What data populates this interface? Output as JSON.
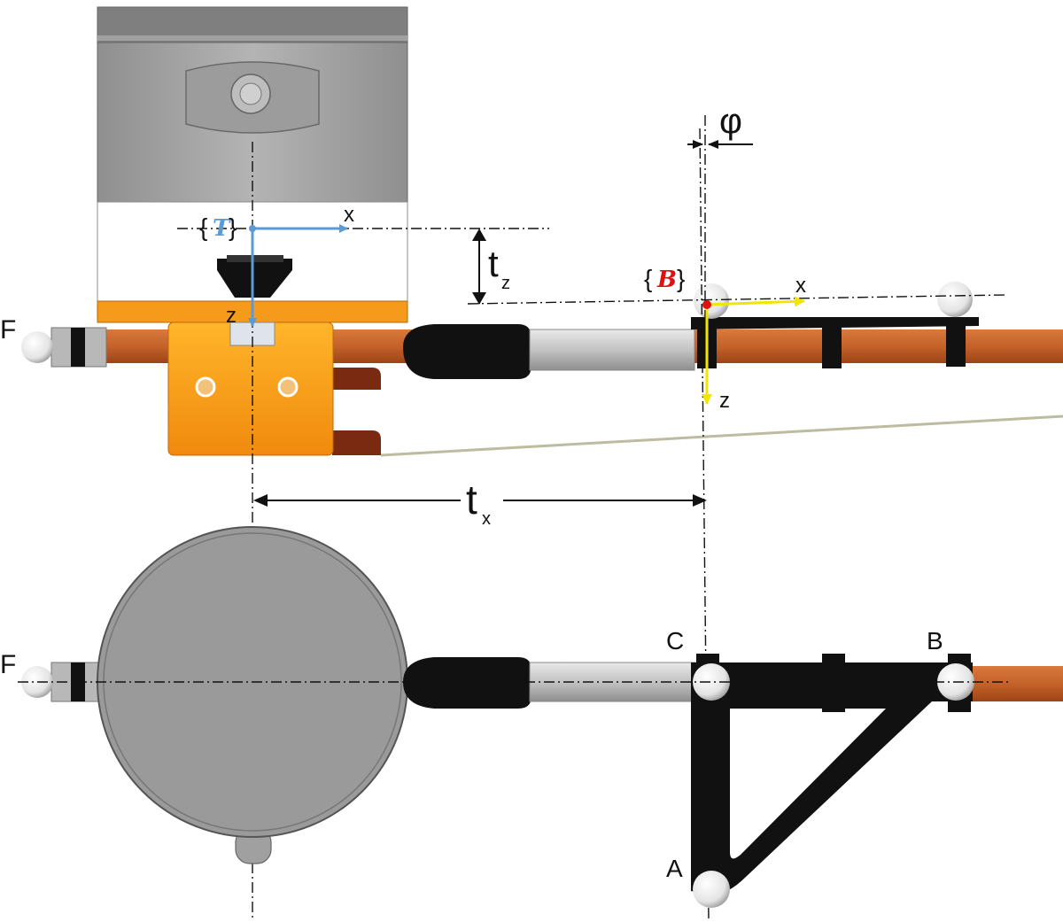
{
  "figure": {
    "side_view": {
      "frame_T": {
        "open": "{",
        "symbol": "T",
        "close": "}",
        "x_axis": "x",
        "z_axis": "z",
        "color": "#5b9bd5"
      },
      "frame_B": {
        "open": "{",
        "symbol": "B",
        "close": "}",
        "x_axis": "x",
        "z_axis": "z",
        "color": "#e01010",
        "axis_color": "#f2e600"
      },
      "tz": {
        "main": "t",
        "sub": "z"
      },
      "phi": "φ",
      "marker_F": "F"
    },
    "dimension_tx": {
      "main": "t",
      "sub": "x"
    },
    "top_view": {
      "marker_F": "F",
      "marker_A": "A",
      "marker_B": "B",
      "marker_C": "C"
    }
  },
  "colors": {
    "orange_bar": "#c8642a",
    "orange_ring": "#f59a1a",
    "cylinder_gray": "#a9a9a9",
    "disk_gray": "#9a9a9a",
    "black_part": "#111111",
    "rod_gray": "#c4c4c4"
  }
}
